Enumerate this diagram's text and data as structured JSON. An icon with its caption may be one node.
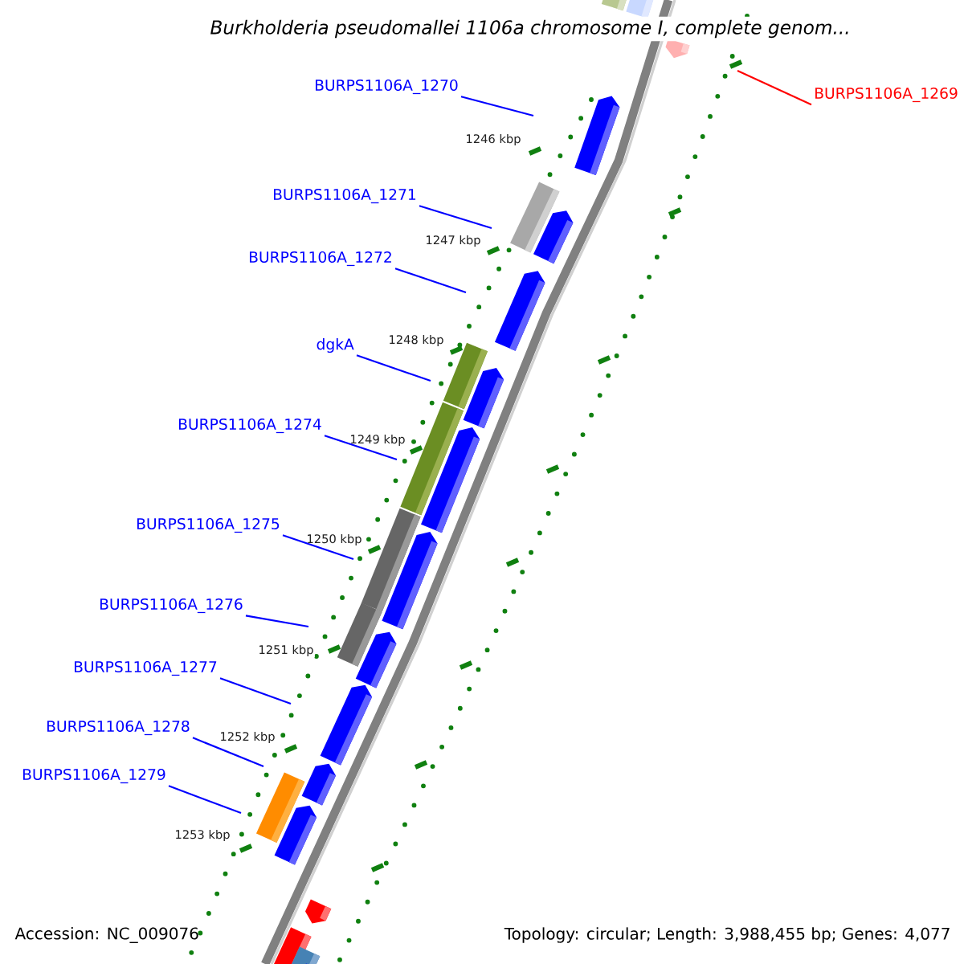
{
  "diagram": {
    "title": "Burkholderia pseudomallei 1106a chromosome I, complete genom...",
    "nodes": [
      {
        "text": [
          "BURPS1106A_1270"
        ]
      },
      {
        "text": [
          "BURPS1106A_1269"
        ]
      },
      {
        "text": [
          "BURPS1106A_1271"
        ]
      },
      {
        "text": [
          "BURPS1106A_1272"
        ]
      },
      {
        "text": [
          "dgkA"
        ]
      },
      {
        "text": [
          "BURPS1106A_1274"
        ]
      },
      {
        "text": [
          "BURPS1106A_1275"
        ]
      },
      {
        "text": [
          "BURPS1106A_1276"
        ]
      },
      {
        "text": [
          "BURPS1106A_1277"
        ]
      },
      {
        "text": [
          "BURPS1106A_1278"
        ]
      },
      {
        "text": [
          "BURPS1106A_1279"
        ]
      }
    ],
    "edges": [
      {
        "from": 0,
        "to": null,
        "arrow": "none"
      },
      {
        "from": 1,
        "to": null,
        "arrow": "none",
        "color": "#ff0000"
      },
      {
        "from": 2,
        "to": null,
        "arrow": "none"
      },
      {
        "from": 3,
        "to": null,
        "arrow": "none"
      },
      {
        "from": 4,
        "to": null,
        "arrow": "none"
      },
      {
        "from": 5,
        "to": null,
        "arrow": "none"
      },
      {
        "from": 6,
        "to": null,
        "arrow": "none"
      },
      {
        "from": 7,
        "to": null,
        "arrow": "none"
      },
      {
        "from": 8,
        "to": null,
        "arrow": "none"
      },
      {
        "from": 9,
        "to": null,
        "arrow": "none"
      },
      {
        "from": 10,
        "to": null,
        "arrow": "none"
      }
    ],
    "labels": [
      "1246 kbp",
      "1247 kbp",
      "1248 kbp",
      "1249 kbp",
      "1250 kbp",
      "1251 kbp",
      "1252 kbp",
      "1253 kbp",
      "Accession: NC_009076",
      "Topology: circular; Length: 3,988,455 bp; Genes: 4,077"
    ]
  }
}
